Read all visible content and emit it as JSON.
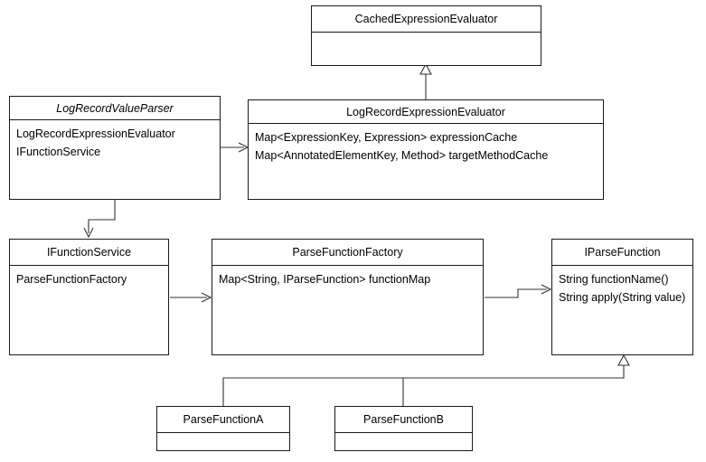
{
  "diagram": {
    "type": "uml-class-diagram",
    "background_color": "#ffffff",
    "line_color": "#333333",
    "text_color": "#000000"
  },
  "classes": {
    "cached_expression_evaluator": {
      "name": "CachedExpressionEvaluator",
      "stereotype": "",
      "italic": false,
      "attributes": []
    },
    "log_record_value_parser": {
      "name": "LogRecordValueParser",
      "italic": true,
      "attributes": [
        "LogRecordExpressionEvaluator",
        "IFunctionService"
      ]
    },
    "log_record_expression_evaluator": {
      "name": "LogRecordExpressionEvaluator",
      "italic": false,
      "attributes": [
        "Map<ExpressionKey, Expression> expressionCache",
        "Map<AnnotatedElementKey, Method> targetMethodCache"
      ]
    },
    "ifunction_service": {
      "name": "IFunctionService",
      "italic": false,
      "attributes": [
        "ParseFunctionFactory"
      ]
    },
    "parse_function_factory": {
      "name": "ParseFunctionFactory",
      "italic": false,
      "attributes": [
        "Map<String, IParseFunction> functionMap"
      ]
    },
    "iparse_function": {
      "name": "IParseFunction",
      "italic": false,
      "attributes": [
        "String functionName()",
        "String apply(String value)"
      ]
    },
    "parse_function_a": {
      "name": "ParseFunctionA",
      "italic": false,
      "attributes": []
    },
    "parse_function_b": {
      "name": "ParseFunctionB",
      "italic": false,
      "attributes": []
    }
  },
  "relationships": [
    {
      "kind": "generalization",
      "from": "LogRecordExpressionEvaluator",
      "to": "CachedExpressionEvaluator"
    },
    {
      "kind": "association",
      "from": "LogRecordValueParser",
      "to": "LogRecordExpressionEvaluator"
    },
    {
      "kind": "association",
      "from": "LogRecordValueParser",
      "to": "IFunctionService"
    },
    {
      "kind": "association",
      "from": "IFunctionService",
      "to": "ParseFunctionFactory"
    },
    {
      "kind": "association",
      "from": "ParseFunctionFactory",
      "to": "IParseFunction"
    },
    {
      "kind": "generalization",
      "from": "ParseFunctionA",
      "to": "IParseFunction"
    },
    {
      "kind": "generalization",
      "from": "ParseFunctionB",
      "to": "IParseFunction"
    }
  ]
}
